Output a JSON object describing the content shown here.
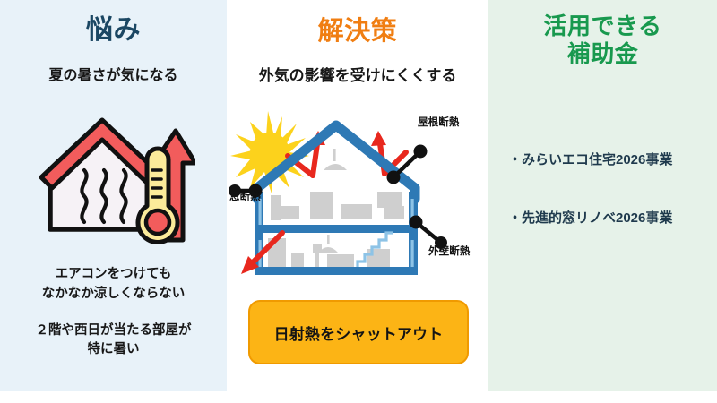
{
  "panels": {
    "problem": {
      "title": "悩み",
      "subtitle": "夏の暑さが気になる",
      "bg_color": "#e8f2f9",
      "title_color": "#1b4763",
      "points": [
        "エアコンをつけても",
        "なかなか涼しくならない",
        "２階や西日が当たる部屋が",
        "特に暑い"
      ],
      "icon": "hot-house-thermometer-icon"
    },
    "solution": {
      "title": "解決策",
      "subtitle": "外気の影響を受けにくくする",
      "bg_color": "#ffffff",
      "title_color": "#f07e12",
      "diagram": {
        "name": "house-insulation-diagram",
        "labels": {
          "roof": "屋根断熱",
          "window": "窓断熱",
          "wall": "外壁断熱"
        },
        "sun_color": "#fcd21c",
        "house_color": "#2e79b5",
        "arrow_color": "#e8281e"
      },
      "button": {
        "label": "日射熱をシャットアウト",
        "fill": "#fcb415",
        "border": "#f09a00"
      }
    },
    "subsidy": {
      "title_line1": "活用できる",
      "title_line2": "補助金",
      "bg_color": "#e6f2e9",
      "title_color": "#18994e",
      "items": [
        "・みらいエコ住宅2026事業",
        "・先進的窓リノベ2026事業"
      ]
    }
  }
}
